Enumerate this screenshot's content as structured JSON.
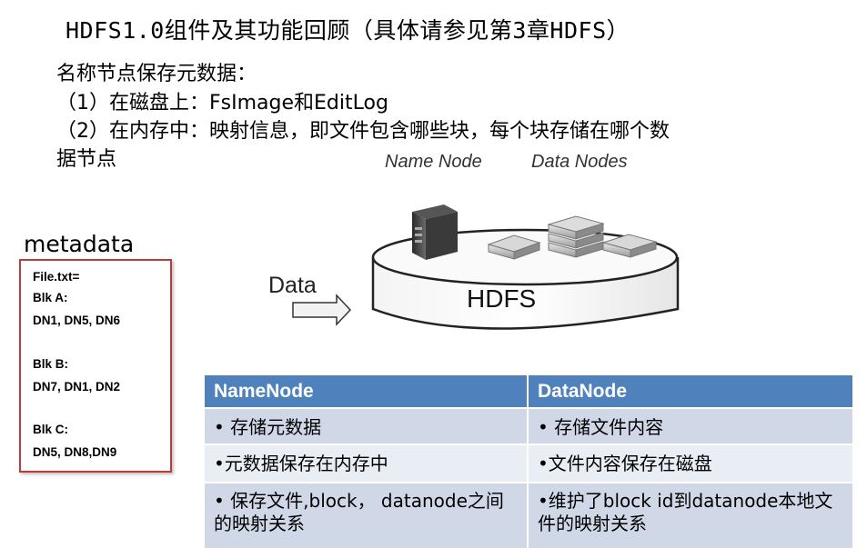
{
  "title": "HDFS1.0组件及其功能回顾（具体请参见第3章HDFS）",
  "body_lines": [
    "名称节点保存元数据：",
    "（1）在磁盘上：FsImage和EditLog",
    "（2）在内存中：映射信息，即文件包含哪些块，每个块存储在哪个数",
    "据节点"
  ],
  "metadata": {
    "title": "metadata",
    "lines": [
      "File.txt=",
      "Blk A:",
      "DN1, DN5, DN6",
      "",
      "Blk B:",
      "DN7, DN1, DN2",
      "",
      "Blk C:",
      "DN5, DN8,DN9"
    ]
  },
  "diagram": {
    "name_node_label": "Name Node",
    "data_nodes_label": "Data Nodes",
    "data_label": "Data",
    "hdfs_label": "HDFS"
  },
  "table": {
    "headers": [
      "NameNode",
      "DataNode"
    ],
    "rows": [
      [
        "• 存储元数据",
        "• 存储文件内容"
      ],
      [
        "•元数据保存在内存中",
        "•文件内容保存在磁盘"
      ],
      [
        "• 保存文件,block， datanode之间的映射关系",
        "•维护了block id到datanode本地文件的映射关系"
      ]
    ]
  },
  "colors": {
    "header_bg": "#4f81bd",
    "row_odd_bg": "#d0d8e8",
    "row_even_bg": "#e9edf4",
    "metadata_border": "#c0393b"
  }
}
